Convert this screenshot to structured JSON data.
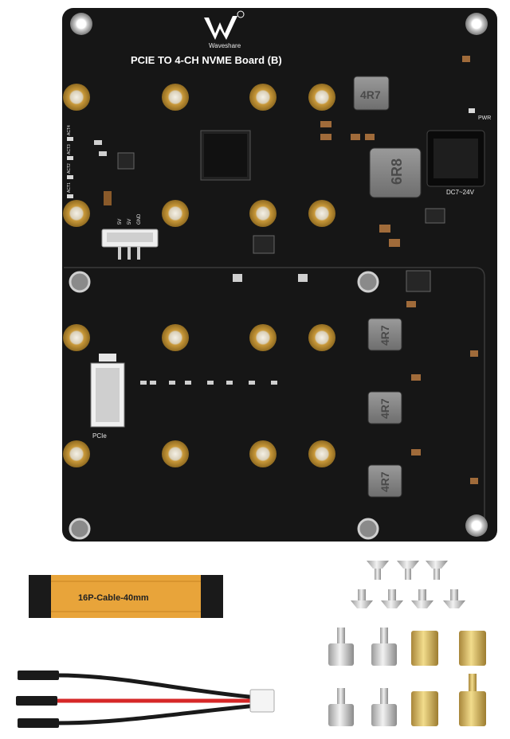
{
  "board": {
    "brand": "Waveshare",
    "title": "PCIE TO 4-CH NVME Board (B)",
    "power_input_label": "DC7~24V",
    "power_led_label": "PWR",
    "pcie_label": "PCIe",
    "fan_labels": [
      "5V",
      "5V",
      "GND"
    ],
    "activity_labels": [
      "ACT4",
      "ACT3",
      "ACT2",
      "ACT1"
    ],
    "inductor_labels": [
      "4R7",
      "6R8",
      "4R7",
      "4R7",
      "4R7"
    ]
  },
  "accessories": {
    "cable_label": "16P-Cable-40mm"
  },
  "colors": {
    "pcb": "#161616",
    "gold": "#c9993a",
    "cable": "#e8a43a",
    "brass": "#d4b45c"
  }
}
